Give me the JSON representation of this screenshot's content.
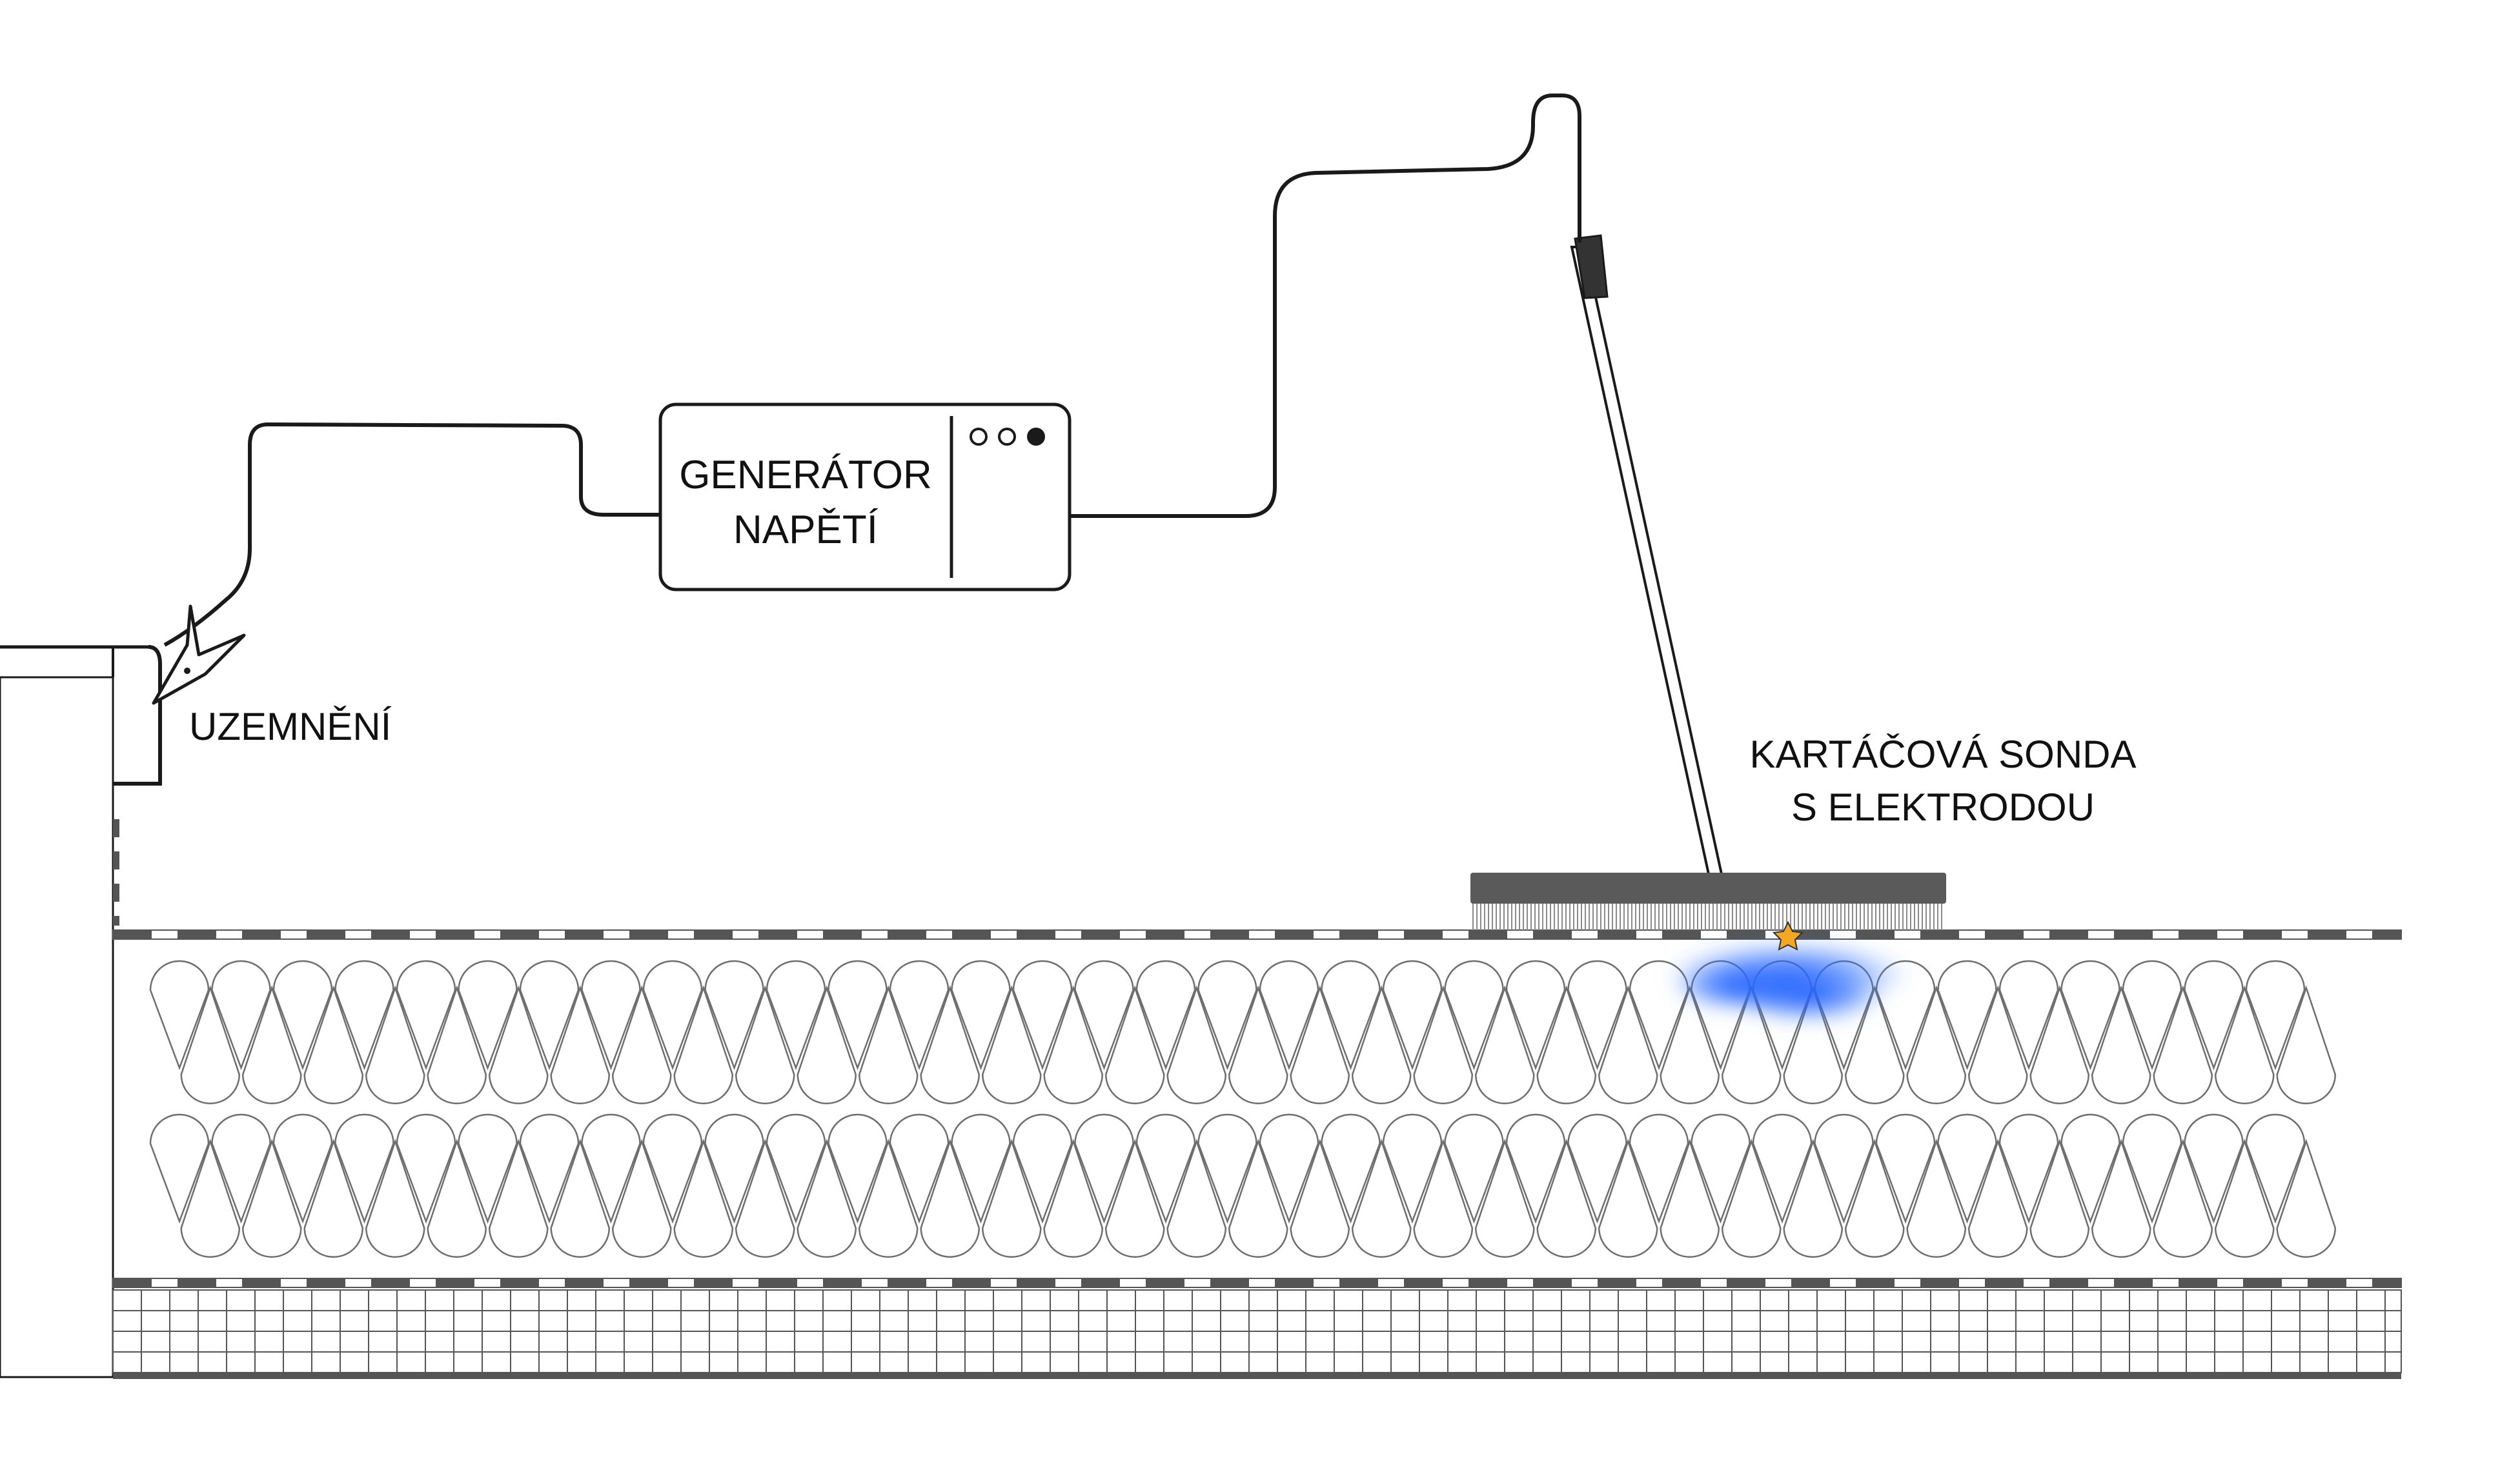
{
  "labels": {
    "generator_line1": "GENERÁTOR",
    "generator_line2": "NAPĚTÍ",
    "ground": "UZEMNĚNÍ",
    "probe_line1": "KARTÁČOVÁ SONDA",
    "probe_line2": "S ELEKTRODOU"
  },
  "colors": {
    "line": "#1a1a1a",
    "membrane_dark": "#555555",
    "insulation_stroke": "#6e6e6e",
    "discharge_glow": "#1e5bff",
    "spark": "#f5a623"
  },
  "icons": {
    "generator_indicators": [
      "empty-circle-icon",
      "empty-circle-icon",
      "filled-circle-icon"
    ],
    "ground_clip": "alligator-clip-icon",
    "spark": "star-icon"
  }
}
